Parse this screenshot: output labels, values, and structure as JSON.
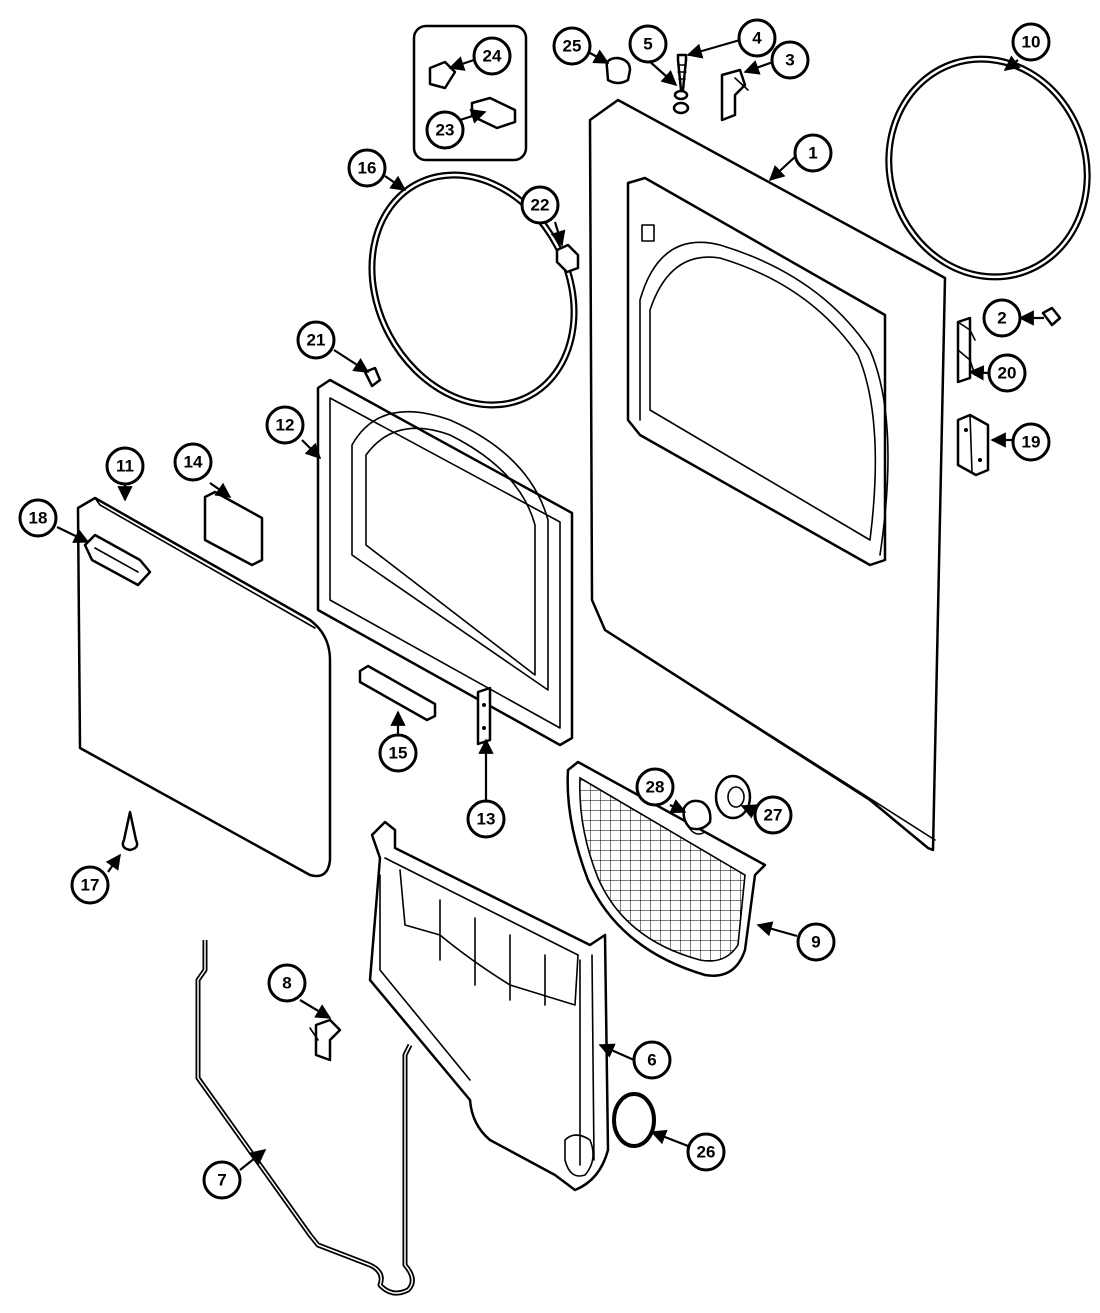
{
  "colors": {
    "line": "#000000",
    "background": "#ffffff"
  },
  "callouts": [
    "1",
    "2",
    "3",
    "4",
    "5",
    "6",
    "7",
    "8",
    "9",
    "10",
    "11",
    "12",
    "13",
    "14",
    "15",
    "16",
    "17",
    "18",
    "19",
    "20",
    "21",
    "22",
    "23",
    "24",
    "25",
    "26",
    "27",
    "28"
  ]
}
